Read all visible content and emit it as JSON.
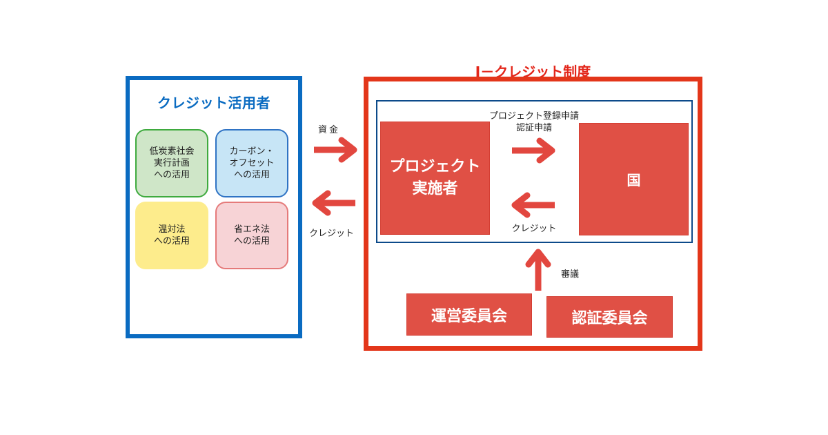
{
  "users": {
    "title": "クレジット活用者",
    "uses": [
      {
        "label": "低炭素社会\n実行計画\nへの活用",
        "color": "#cfe6c8",
        "border": "#3eaa3e"
      },
      {
        "label": "カーボン・\nオフセット\nへの活用",
        "color": "#c7e5f6",
        "border": "#2f73c4"
      },
      {
        "label": "温対法\nへの活用",
        "color": "#fdec8c",
        "border": "#fdec8c"
      },
      {
        "label": "省エネ法\nへの活用",
        "color": "#f7d3d6",
        "border": "#e57a7a"
      }
    ]
  },
  "flows": {
    "funds_label": "資金",
    "credit_label": "クレジット",
    "application_label": "プロジェクト登録申請\n認証申請",
    "inner_credit_label": "クレジット",
    "deliberation_label": "審議"
  },
  "jcredit": {
    "title": "J－クレジット制度",
    "project_implementer": "プロジェクト\n実施者",
    "government": "国",
    "steering_committee": "運営委員会",
    "certification_committee": "認証委員会"
  },
  "colors": {
    "users_accent": "#0a6bc1",
    "jcredit_accent": "#e3261a",
    "block_fill": "#e05045",
    "arrow": "#e2473f",
    "inner_frame": "#0c4a8a"
  }
}
